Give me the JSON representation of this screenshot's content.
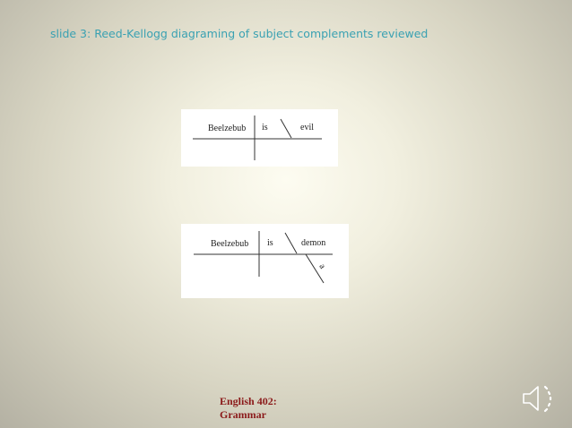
{
  "slide": {
    "title": "slide 3: Reed-Kellogg diagraming of subject complements reviewed"
  },
  "diagram1": {
    "subject": "Beelzebub",
    "verb": "is",
    "complement": "evil"
  },
  "diagram2": {
    "subject": "Beelzebub",
    "verb": "is",
    "complement": "demon",
    "modifier": "a"
  },
  "footer": {
    "line1": "English 402:",
    "line2": "Grammar"
  },
  "icons": {
    "audio": "speaker-icon"
  }
}
